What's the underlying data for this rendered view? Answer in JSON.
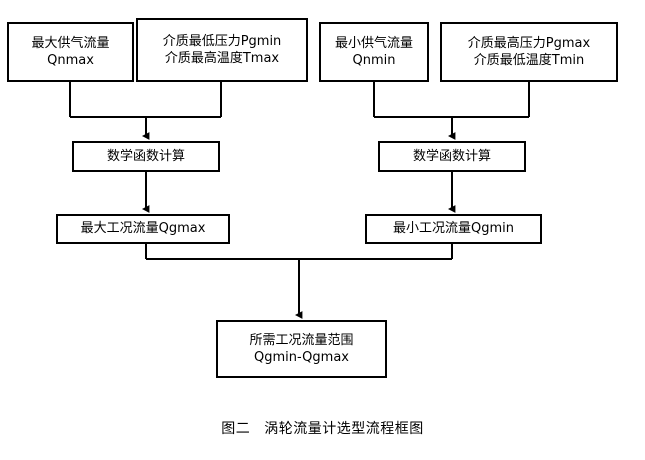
{
  "figure": {
    "caption_label": "图二",
    "caption_title": "涡轮流量计选型流程框图",
    "background_color": "#ffffff",
    "line_color": "#000000",
    "box_fill": "#ffffff"
  },
  "nodes": {
    "max_supply_flow": {
      "line1": "最大供气流量",
      "line2": "Qnmax"
    },
    "medium_min_pressure": {
      "line1": "介质最低压力Pgmin",
      "line2": "介质最高温度Tmax"
    },
    "min_supply_flow": {
      "line1": "最小供气流量",
      "line2": "Qnmin"
    },
    "medium_max_pressure": {
      "line1": "介质最高压力Pgmax",
      "line2": "介质最低温度Tmin"
    },
    "math_calc_left": {
      "line1": "数学函数计算"
    },
    "math_calc_right": {
      "line1": "数学函数计算"
    },
    "max_working_flow": {
      "line1": "最大工况流量Qgmax"
    },
    "min_working_flow": {
      "line1": "最小工况流量Qgmin"
    },
    "required_flow_range": {
      "line1": "所需工况流量范围",
      "line2": "Qgmin-Qgmax"
    }
  }
}
